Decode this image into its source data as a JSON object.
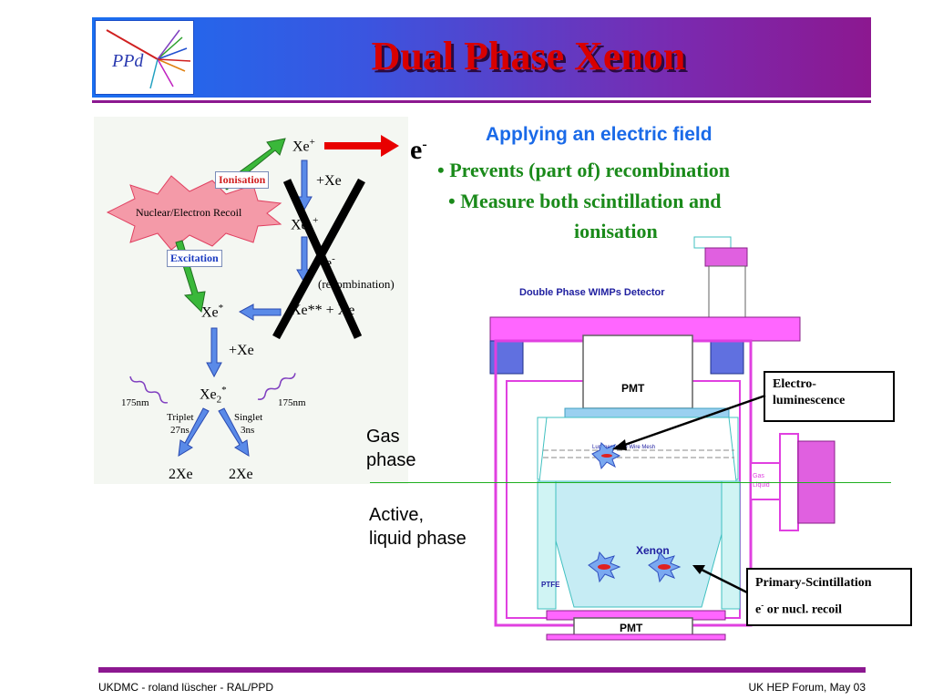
{
  "header": {
    "title": "Dual Phase Xenon",
    "logo_text": "PPd",
    "gradient_start": "#1a6ff0",
    "gradient_end": "#8c1890"
  },
  "diagram": {
    "xe_plus": "Xe",
    "xe_plus_sup": "+",
    "plus_xe_1": "+Xe",
    "xe2_plus": "Xe",
    "xe2_plus_sub": "2",
    "xe2_plus_sup": "+",
    "e_minus": "e",
    "recombination": "(recombination)",
    "xe_ss_plus_xe": "Xe** + Xe",
    "xe_star": "Xe",
    "xe_star_sup": "*",
    "plus_xe_2": "+Xe",
    "xe2_star": "Xe",
    "xe2_star_sub": "2",
    "xe2_star_sup": "*",
    "nm_left": "175nm",
    "nm_right": "175nm",
    "triplet": "Triplet",
    "triplet_time": "27ns",
    "singlet": "Singlet",
    "singlet_time": "3ns",
    "two_xe_left": "2Xe",
    "two_xe_right": "2Xe",
    "ionisation_label": "Ionisation",
    "excitation_label": "Excitation",
    "recoil_label": "Nuclear/Electron Recoil",
    "electron_out": "e",
    "electron_out_sup": "-"
  },
  "content": {
    "heading": "Applying an electric field",
    "bullet_1": "• Prevents (part of) recombination",
    "bullet_2_line1": "• Measure both scintillation and",
    "bullet_2_line2": "ionisation"
  },
  "detector": {
    "title": "Double Phase WIMPs Detector",
    "pmt_top": "PMT",
    "pmt_bottom": "PMT",
    "mesh_label": "Luminescence Wire Mesh",
    "xenon_label": "Xenon",
    "ptfe_label": "PTFE",
    "gas_small": "Gas",
    "liquid_small": "Liquid"
  },
  "annotations": {
    "gas_line1": "Gas",
    "gas_line2": "phase",
    "active_line1": "Active,",
    "active_line2": "liquid phase",
    "electro_line1": "Electro-",
    "electro_line2": "luminescence",
    "primary_line1": "Primary-Scintillation",
    "primary_line2_pre": "e",
    "primary_line2_sup": "-",
    "primary_line2_post": " or nucl. recoil"
  },
  "footer": {
    "left": "UKDMC - roland lüscher - RAL/PPD",
    "right": "UK HEP Forum, May 03"
  }
}
